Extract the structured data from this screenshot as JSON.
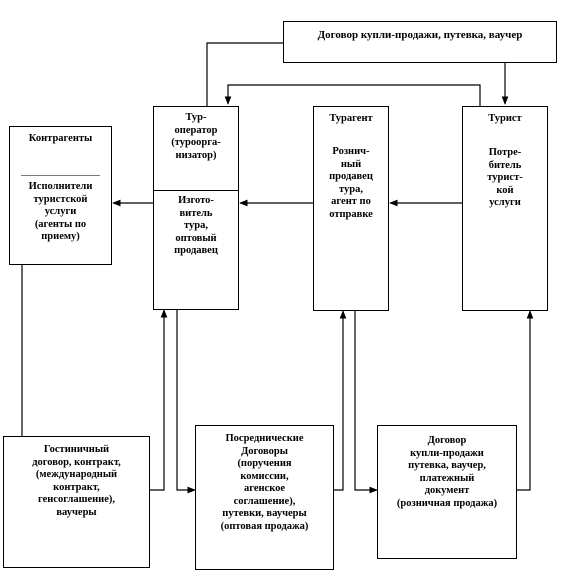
{
  "diagram": {
    "top_contract": "Договор купли-продажи, путевка, ваучер",
    "tour_operator": {
      "title": "Тур-\nоператор\n(туроорга-\nнизатор)",
      "role": "Изгото-\nвитель\nтура,\nоптовый\nпродавец"
    },
    "tour_agent": {
      "title": "Турагент",
      "role": "Рознич-\nный\nпродавец\nтура,\nагент по\nотправке"
    },
    "tourist": {
      "title": "Турист",
      "role": "Потре-\nбитель\nтурист-\nкой\nуслуги"
    },
    "counterparts": {
      "title": "Контрагенты",
      "separator": "_______________",
      "role": "Исполнители\nтуристской\nуслуги\n(агенты по\nприему)"
    },
    "hotel_contract": "Гостиничный\nдоговор, контракт,\n(международный\nконтракт,\nгенсоглашение),\nваучеры",
    "intermediary_contracts": "Посреднические\nДоговоры\n(поручения\nкомиссии,\nагенское\nсоглашение),\nпутевки, ваучеры\n(оптовая продажа)",
    "retail_contract": "Договор\nкупли-продажи\nпутевка, ваучер,\nплатежный\nдокумент\n(розничная продажа)"
  },
  "colors": {
    "line": "#000000",
    "background": "#ffffff"
  }
}
